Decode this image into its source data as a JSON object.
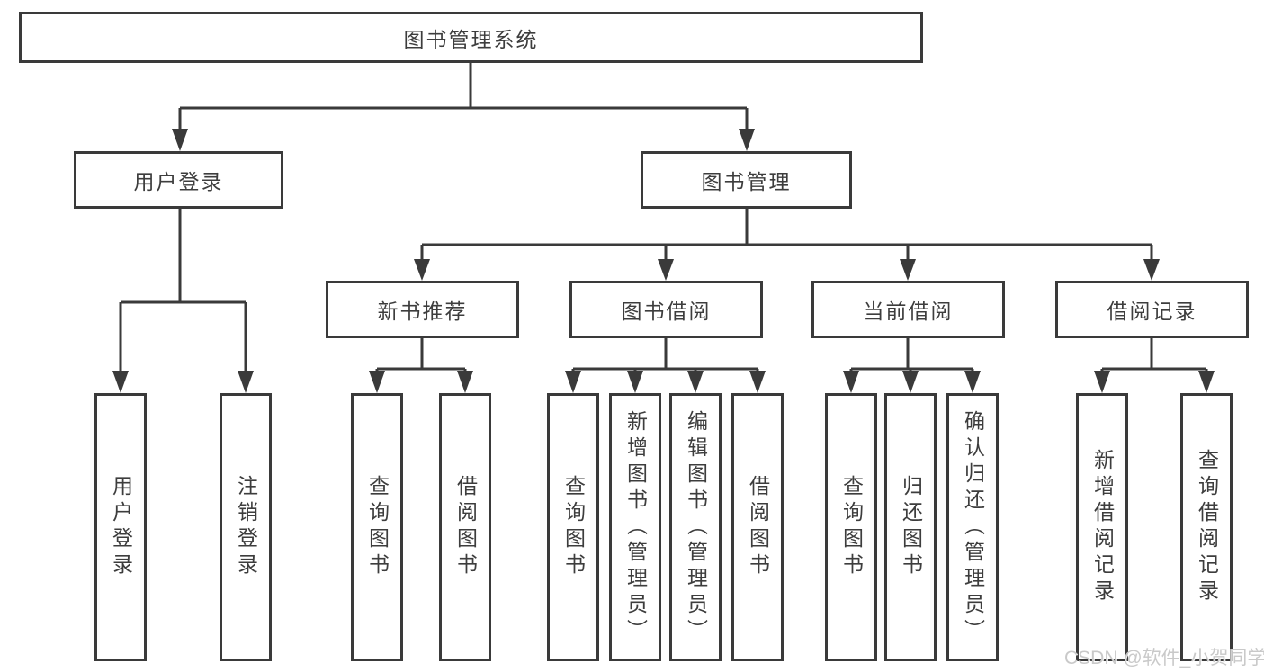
{
  "diagram": {
    "root": "图书管理系统",
    "branches": [
      {
        "label": "用户登录",
        "children": [
          "用户登录",
          "注销登录"
        ]
      },
      {
        "label": "图书管理",
        "sections": [
          {
            "label": "新书推荐",
            "children": [
              "查询图书",
              "借阅图书"
            ]
          },
          {
            "label": "图书借阅",
            "children": [
              "查询图书",
              "新增图书（管理员）",
              "编辑图书（管理员）",
              "借阅图书"
            ]
          },
          {
            "label": "当前借阅",
            "children": [
              "查询图书",
              "归还图书",
              "确认归还（管理员）"
            ]
          },
          {
            "label": "借阅记录",
            "children": [
              "新增借阅记录",
              "查询借阅记录"
            ]
          }
        ]
      }
    ]
  },
  "watermark": "CSDN @软件_小贺同学",
  "colors": {
    "line": "#3a3a3a",
    "text": "#3d3d3d",
    "background": "#ffffff",
    "watermark_text": "#c9c9c9"
  }
}
